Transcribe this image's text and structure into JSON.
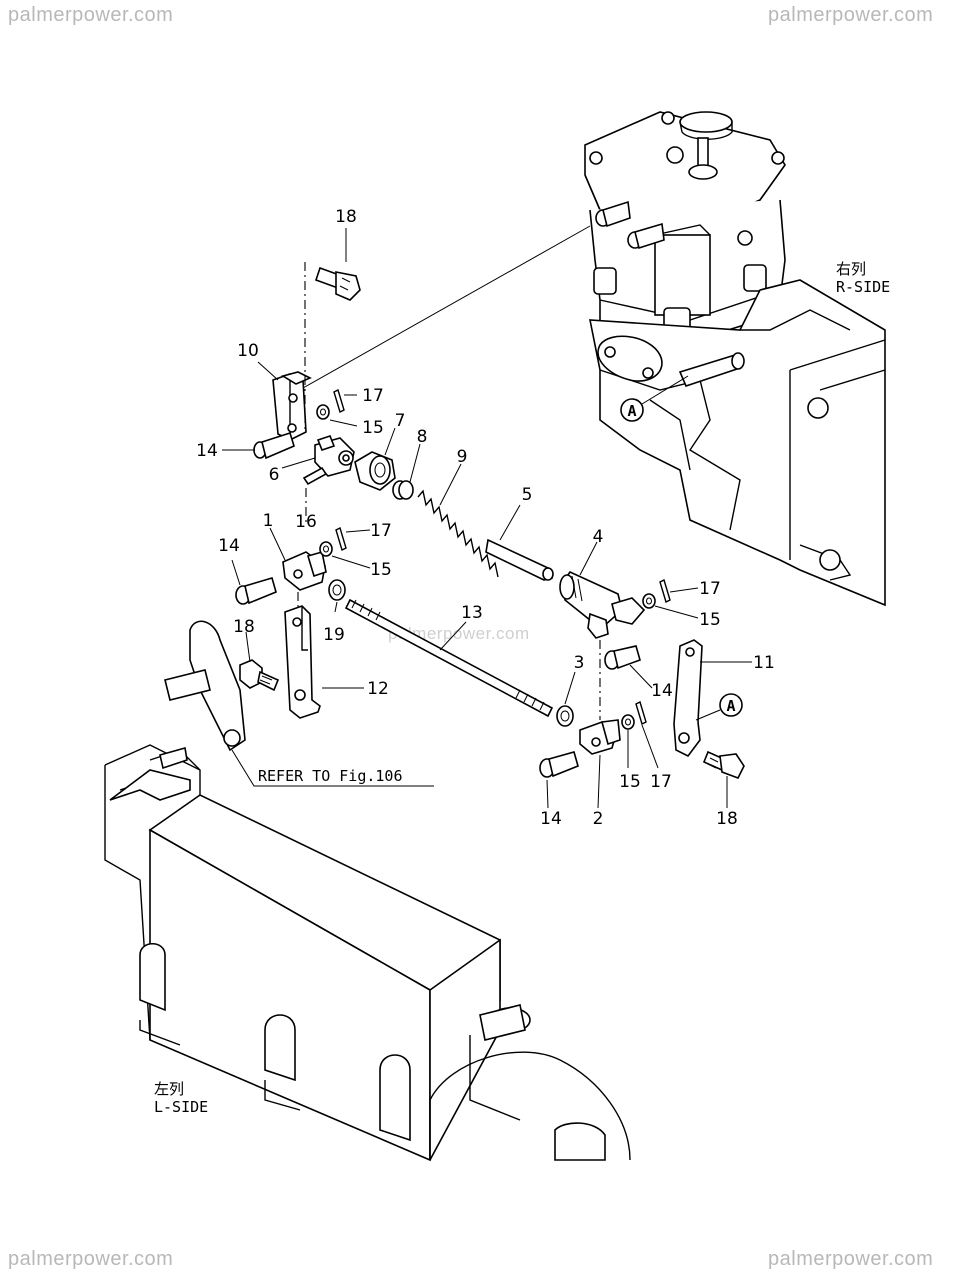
{
  "watermarks": {
    "top_left": "palmerpower.com",
    "top_right": "palmerpower.com",
    "bottom_left": "palmerpower.com",
    "bottom_right": "palmerpower.com",
    "center": "palmerpower.com"
  },
  "side_labels": {
    "right_jp": "右列",
    "right_en": "R-SIDE",
    "left_jp": "左列",
    "left_en": "L-SIDE"
  },
  "reference": "REFER TO Fig.106",
  "callout_marker": "A",
  "part_callouts": {
    "p1": "1",
    "p2": "2",
    "p3": "3",
    "p4": "4",
    "p5": "5",
    "p6": "6",
    "p7": "7",
    "p8": "8",
    "p9": "9",
    "p10": "10",
    "p11": "11",
    "p12": "12",
    "p13": "13",
    "p14a": "14",
    "p14b": "14",
    "p14c": "14",
    "p14d": "14",
    "p15a": "15",
    "p15b": "15",
    "p15c": "15",
    "p15d": "15",
    "p16": "16",
    "p17a": "17",
    "p17b": "17",
    "p17c": "17",
    "p17d": "17",
    "p18a": "18",
    "p18b": "18",
    "p18c": "18",
    "p19": "19"
  }
}
